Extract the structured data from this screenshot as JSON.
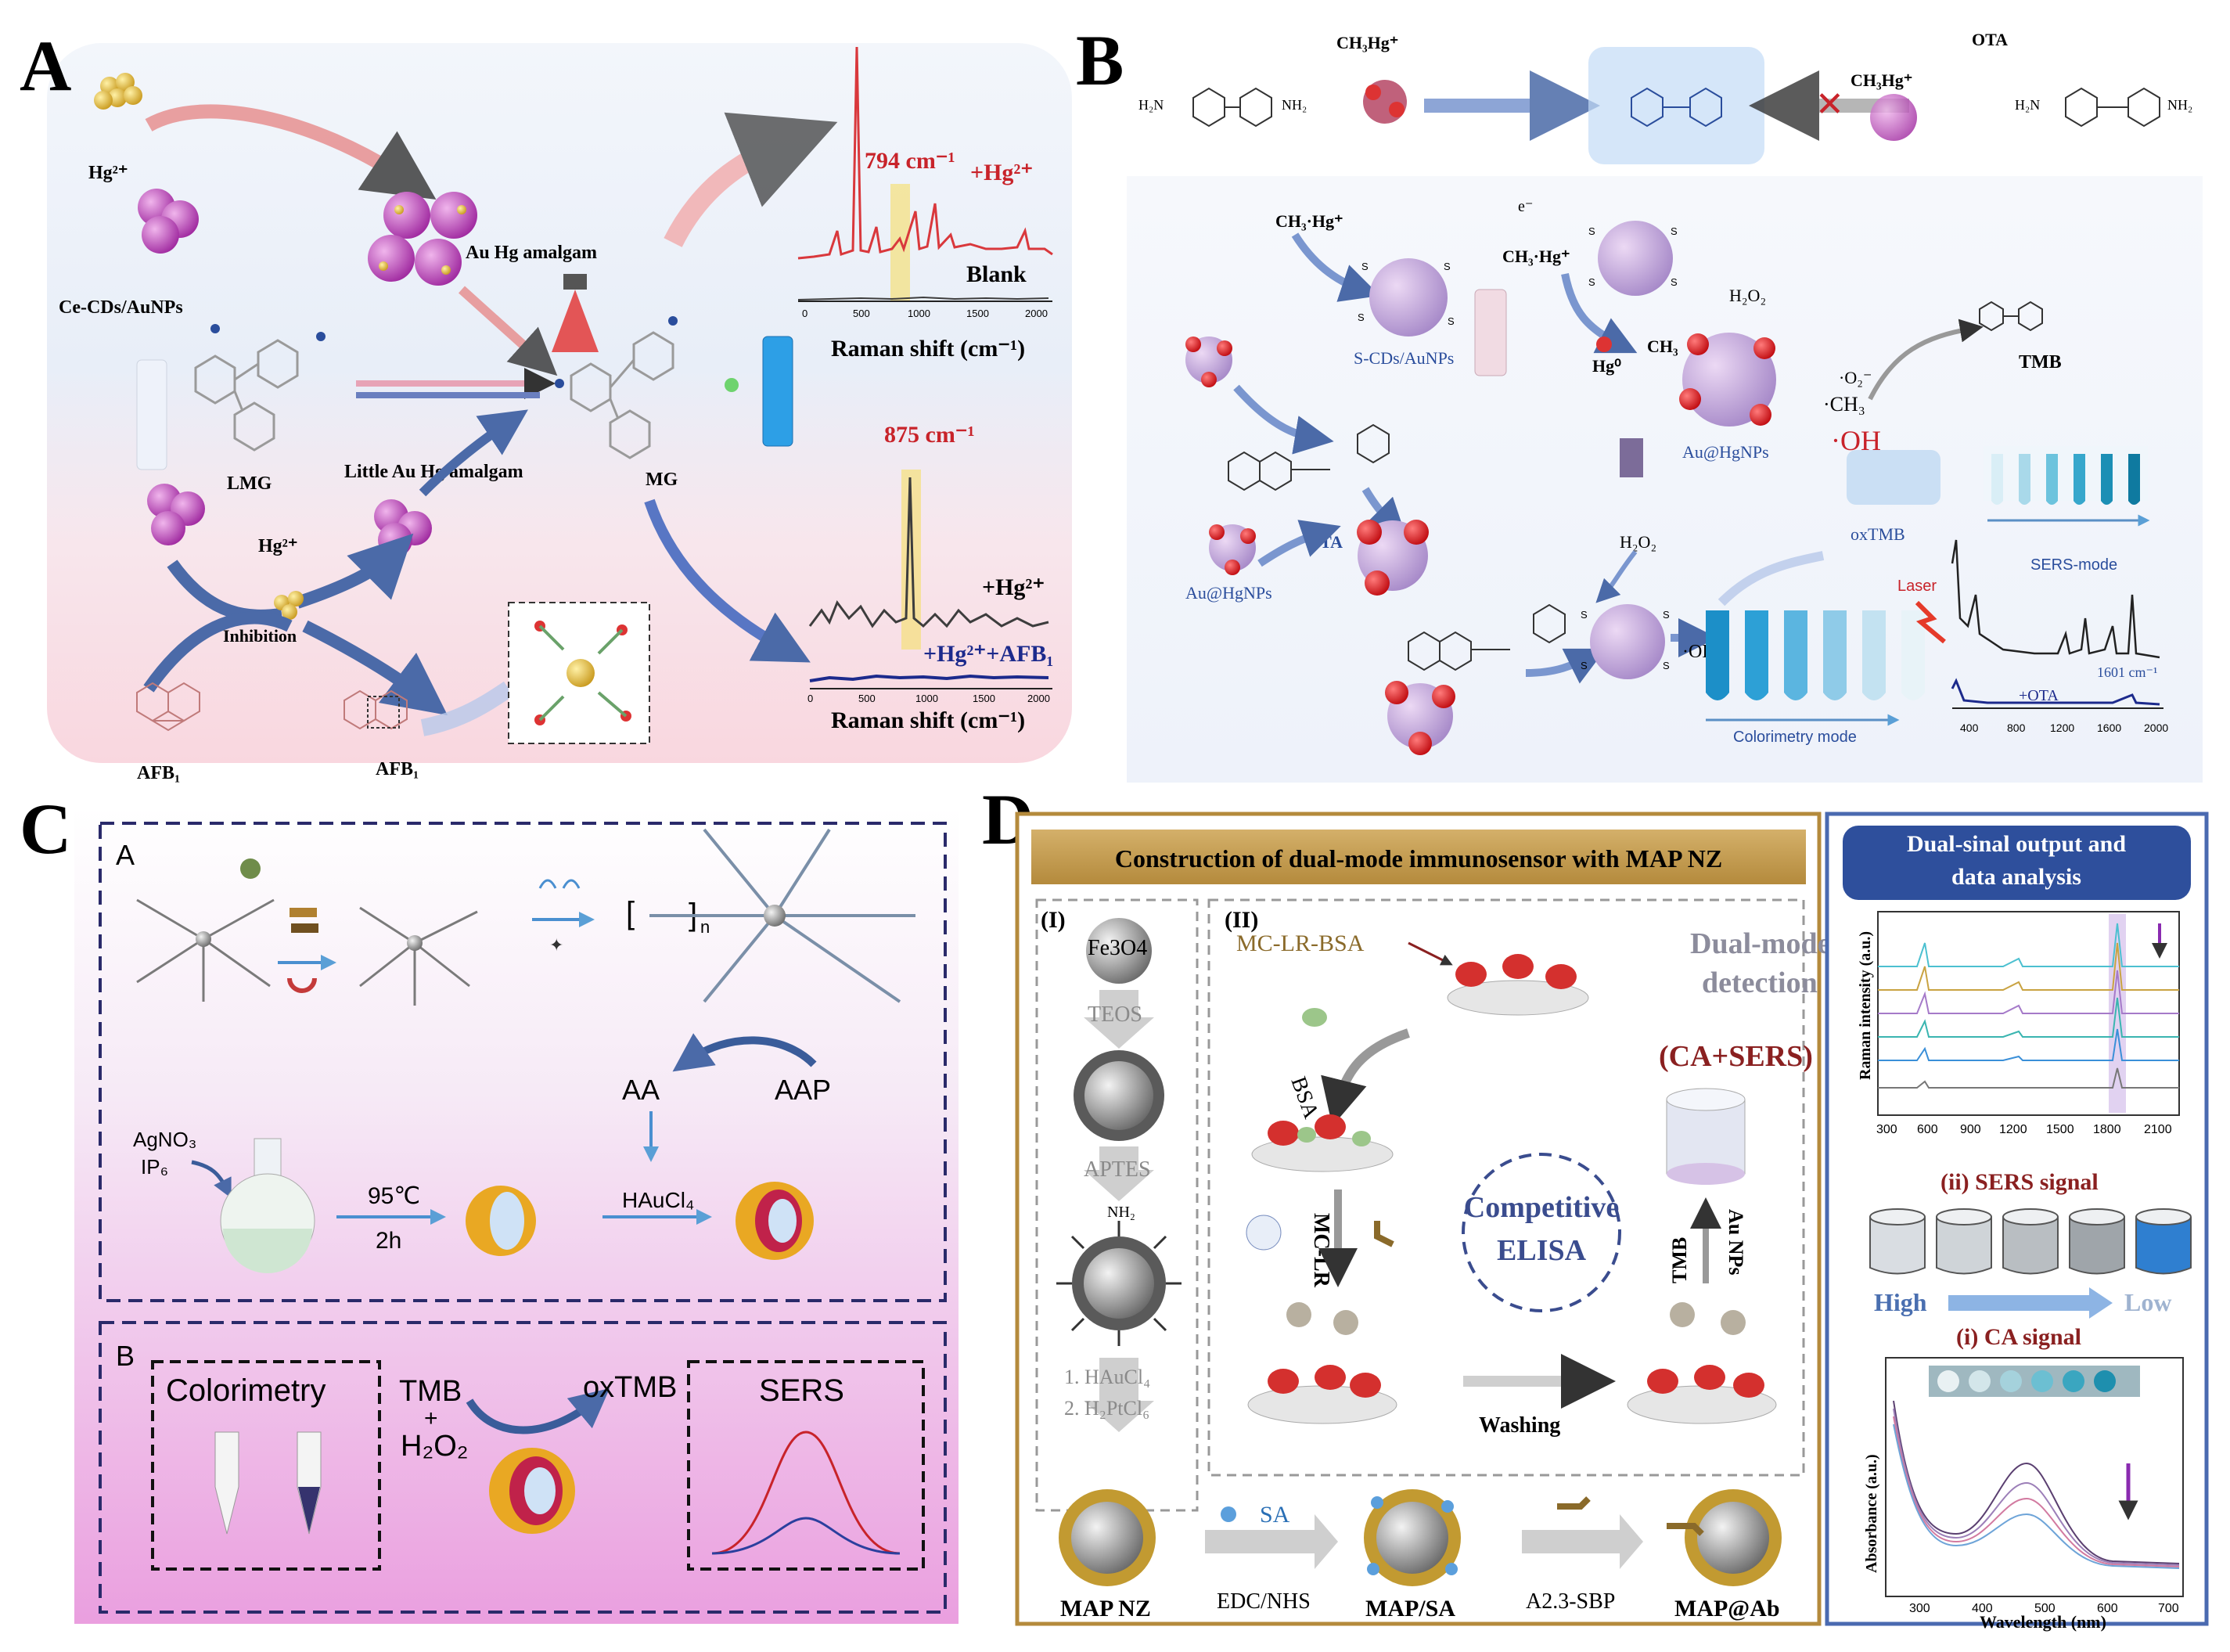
{
  "panel_labels": {
    "a": "A",
    "b": "B",
    "c": "C",
    "d": "D"
  },
  "panel_a": {
    "hg": "Hg²⁺",
    "amalgam": "Au Hg amalgam",
    "ce_cds": "Ce-CDs/AuNPs",
    "lmg": "LMG",
    "mg": "MG",
    "little_amalgam": "Little Au Hg amalgam",
    "hg2": "Hg²⁺",
    "inhibition": "Inhibition",
    "afb1_left": "AFB₁",
    "afb1_right": "AFB₁",
    "spec1_peak": "794 cm⁻¹",
    "spec1_hg": "+Hg²⁺",
    "spec1_blank": "Blank",
    "spec2_peak": "875 cm⁻¹",
    "spec2_hg": "+Hg²⁺",
    "spec2_afb": "+Hg²⁺+AFB₁",
    "raman_xlabel": "Raman shift (cm⁻¹)",
    "ticks": [
      "0",
      "500",
      "1000",
      "1500",
      "2000"
    ],
    "colors": {
      "red": "#d9383c",
      "dark": "#3d3d3d",
      "navy": "#1c2a8c",
      "cyan": "#2d9fe6"
    }
  },
  "panel_b": {
    "ch3hg_top": "CH₃Hg⁺",
    "ota_top": "OTA",
    "ch3hg_mid": "CH₃Hg⁺",
    "ch3hg_left": "CH₃·Hg⁺",
    "ch3hg_center": "CH₃·Hg⁺",
    "electron": "e⁻",
    "s_cds": "S-CDs/AuNPs",
    "h2o2_top": "H₂O₂",
    "h2o2_mid": "H₂O₂",
    "hg0": "Hg⁰",
    "ch3": "CH₃",
    "au_hg_right": "Au@HgNPs",
    "au_hg_left": "Au@HgNPs",
    "ota_mid": "OTA",
    "radicals": "·O₂⁻",
    "radical_ch3": "·CH₃",
    "radical_oh": "·OH",
    "oh_left": "·OH",
    "tmb": "TMB",
    "oxtmb": "oxTMB",
    "laser": "Laser",
    "sers_mode": "SERS-mode",
    "colorimetry_mode": "Colorimetry mode",
    "peak": "1601 cm⁻¹",
    "plus_ota": "+OTA",
    "ticks": [
      "400",
      "800",
      "1200",
      "1600",
      "2000"
    ]
  },
  "panel_c": {
    "sub_a": "A",
    "sub_b": "B",
    "aa": "AA",
    "aap": "AAP",
    "agno3": "AgNO₃",
    "ip6": "IP₆",
    "temp": "95℃",
    "time": "2h",
    "haucl4": "HAuCl₄",
    "n": "n",
    "colorimetry": "Colorimetry",
    "tmb": "TMB",
    "plus": "+",
    "h2o2": "H₂O₂",
    "oxtmb": "oxTMB",
    "sers": "SERS"
  },
  "panel_d": {
    "header": "Construction of dual-mode immunosensor with MAP NZ",
    "step1": "(I)",
    "step2": "(II)",
    "fe3o4": "Fe3O4",
    "teos": "TEOS",
    "aptes": "APTES",
    "nh2": "NH₂",
    "haucl": "1. HAuCl₄",
    "h2ptcl": "2. H₂PtCl₆",
    "mc_lr_bsa": "MC-LR-BSA",
    "dual_mode": "Dual-mode detection",
    "ca_sers": "(CA+SERS)",
    "bsa": "BSA",
    "mc_lr": "MC-LR",
    "competitive": "Competitive",
    "elisa": "ELISA",
    "tmb": "TMB",
    "au_nps": "Au NPs",
    "washing": "Washing",
    "sa": "SA",
    "edc": "EDC/NHS",
    "a23": "A2.3-SBP",
    "map_nz": "MAP NZ",
    "map_sa": "MAP/SA",
    "map_ab": "MAP@Ab",
    "right_header": "Dual-sinal output and data analysis",
    "raman_ylabel": "Raman intensity (a.u.)",
    "raman_ticks": [
      "300",
      "600",
      "900",
      "1200",
      "1500",
      "1800",
      "2100"
    ],
    "sers_signal": "(ii) SERS signal",
    "high": "High",
    "low": "Low",
    "ca_signal": "(i) CA signal",
    "abs_ylabel": "Absorbance (a.u.)",
    "abs_xlabel": "Wavelength (nm)",
    "abs_ticks": [
      "300",
      "400",
      "500",
      "600",
      "700"
    ]
  }
}
